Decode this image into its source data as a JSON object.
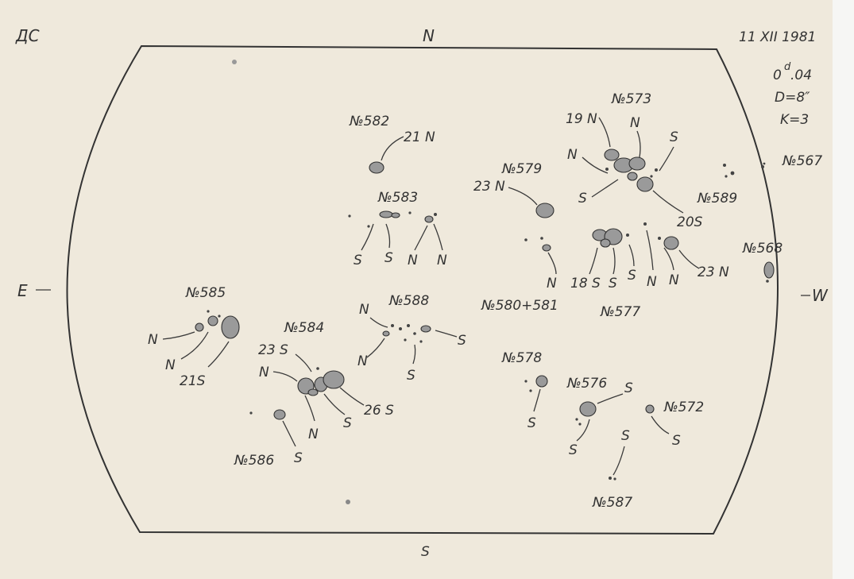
{
  "header": {
    "observatory": "ДС",
    "date": "11 XII 1981",
    "time_value": "0",
    "time_unit": "d",
    "time_fraction": ".04",
    "diameter": "D=8″",
    "quality": "K=3"
  },
  "directions": {
    "north": "N",
    "south": "S",
    "east": "E",
    "west": "W"
  },
  "groups": {
    "g573": {
      "number": "№573",
      "labels": [
        "19 N",
        "N",
        "S",
        "N",
        "S",
        "20S"
      ]
    },
    "g567": {
      "number": "№567"
    },
    "g582": {
      "number": "№582",
      "labels": [
        "21 N"
      ]
    },
    "g583": {
      "number": "№583",
      "labels": [
        "S",
        "S",
        "N",
        "N"
      ]
    },
    "g579": {
      "number": "№579",
      "labels": [
        "23 N"
      ]
    },
    "g589": {
      "number": "№589"
    },
    "g568": {
      "number": "№568"
    },
    "g577": {
      "number": "№577",
      "labels": [
        "18 S",
        "S",
        "S",
        "N",
        "N",
        "23 N"
      ]
    },
    "g580": {
      "number": "№580+581",
      "labels": [
        "N"
      ]
    },
    "g585": {
      "number": "№585",
      "labels": [
        "N",
        "N",
        "21S"
      ]
    },
    "g588": {
      "number": "№588",
      "labels": [
        "N",
        "N",
        "S",
        "S"
      ]
    },
    "g584": {
      "number": "№584",
      "labels": [
        "23 S",
        "N",
        "N",
        "S",
        "26 S"
      ]
    },
    "g586": {
      "number": "№586",
      "labels": [
        "S"
      ]
    },
    "g578": {
      "number": "№578",
      "labels": [
        "S"
      ]
    },
    "g576": {
      "number": "№576",
      "labels": [
        "S",
        "S"
      ]
    },
    "g572": {
      "number": "№572",
      "labels": [
        "S"
      ]
    },
    "g587": {
      "number": "№587",
      "labels": [
        "S"
      ]
    }
  }
}
